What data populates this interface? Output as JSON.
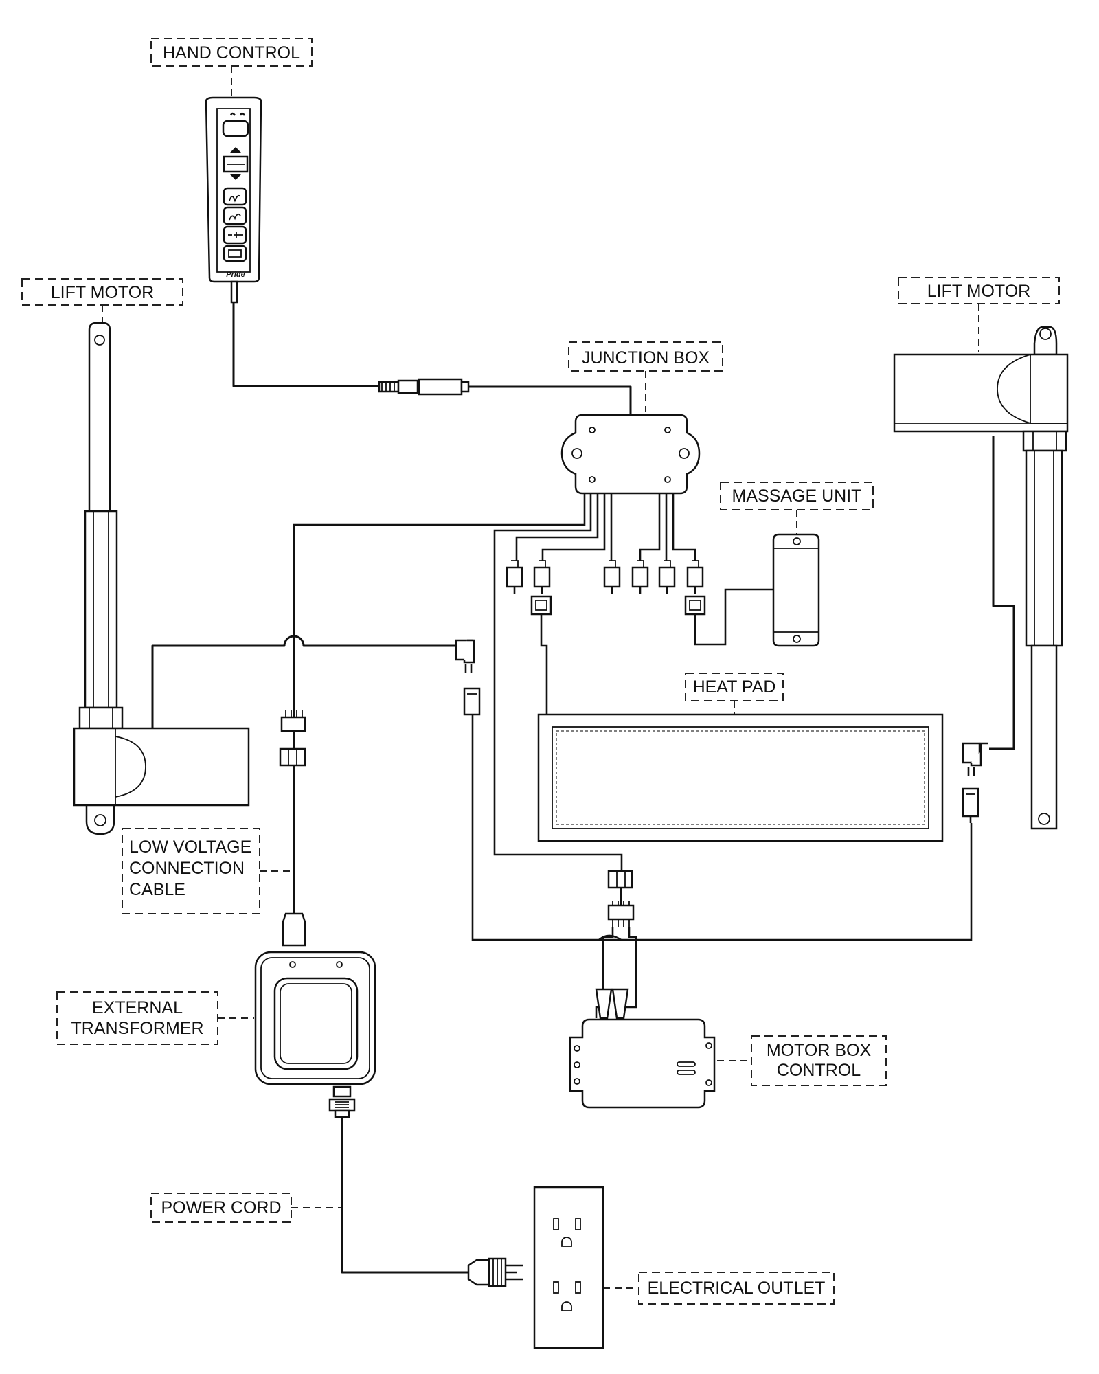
{
  "labels": {
    "hand_control": "HAND CONTROL",
    "lift_motor_left": "LIFT MOTOR",
    "lift_motor_right": "LIFT MOTOR",
    "junction_box": "JUNCTION BOX",
    "massage_unit": "MASSAGE UNIT",
    "heat_pad": "HEAT PAD",
    "low_voltage_cable": [
      "LOW VOLTAGE",
      "CONNECTION",
      "CABLE"
    ],
    "external_transformer": [
      "EXTERNAL",
      "TRANSFORMER"
    ],
    "motor_box_control": [
      "MOTOR BOX",
      "CONTROL"
    ],
    "power_cord": "POWER CORD",
    "electrical_outlet": "ELECTRICAL OUTLET"
  },
  "hand_control_brand": "Pride"
}
